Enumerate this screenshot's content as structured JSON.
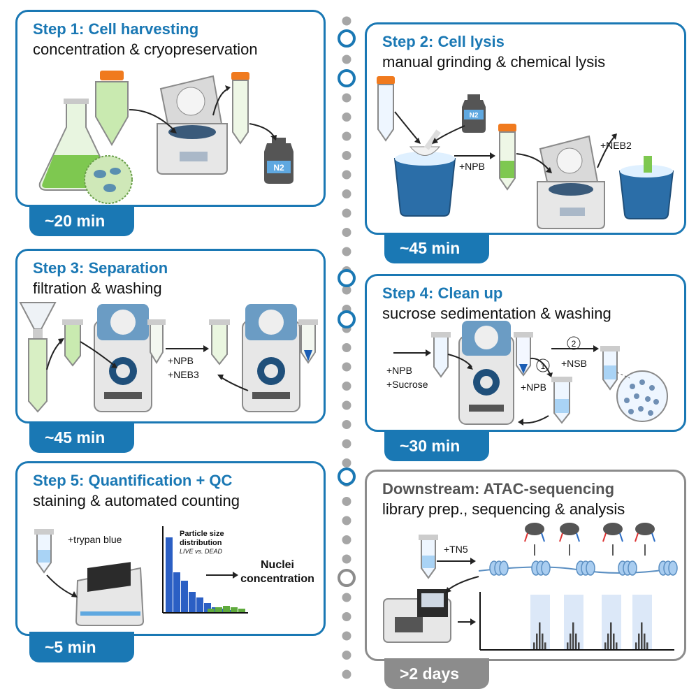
{
  "steps": [
    {
      "title": "Step 1: Cell harvesting",
      "subtitle": "concentration & cryopreservation",
      "time": "~20 min",
      "n2": "N2"
    },
    {
      "title": "Step 2: Cell lysis",
      "subtitle": "manual grinding & chemical lysis",
      "time": "~45 min",
      "n2": "N2",
      "add_npb": "+NPB",
      "add_neb2": "+NEB2"
    },
    {
      "title": "Step 3: Separation",
      "subtitle": "filtration & washing",
      "time": "~45 min",
      "add_npb": "+NPB",
      "add_neb3": "+NEB3"
    },
    {
      "title": "Step 4: Clean up",
      "subtitle": "sucrose sedimentation & washing",
      "time": "~30 min",
      "add_npb": "+NPB",
      "add_sucrose": "+Sucrose",
      "step_num_1": "1",
      "step_num_2": "2",
      "add_nsb": "+NSB",
      "add_npb2": "+NPB"
    },
    {
      "title": "Step 5: Quantification + QC",
      "subtitle": "staining & automated counting",
      "time": "~5 min",
      "add_trypan": "+trypan blue",
      "histo_title_1": "Particle size",
      "histo_title_2": "distribution",
      "histo_legend": "LIVE vs. DEAD",
      "result_1": "Nuclei",
      "result_2": "concentration"
    },
    {
      "title": "Downstream: ATAC-sequencing",
      "subtitle": "library prep., sequencing & analysis",
      "time": ">2 days",
      "add_tn5": "+TN5"
    }
  ],
  "colors": {
    "accent": "#1a78b4",
    "downstream": "#8c8c8c",
    "timeline_dot": "#999999",
    "green": "#7ec850",
    "blue_tube": "#1a5db4"
  }
}
